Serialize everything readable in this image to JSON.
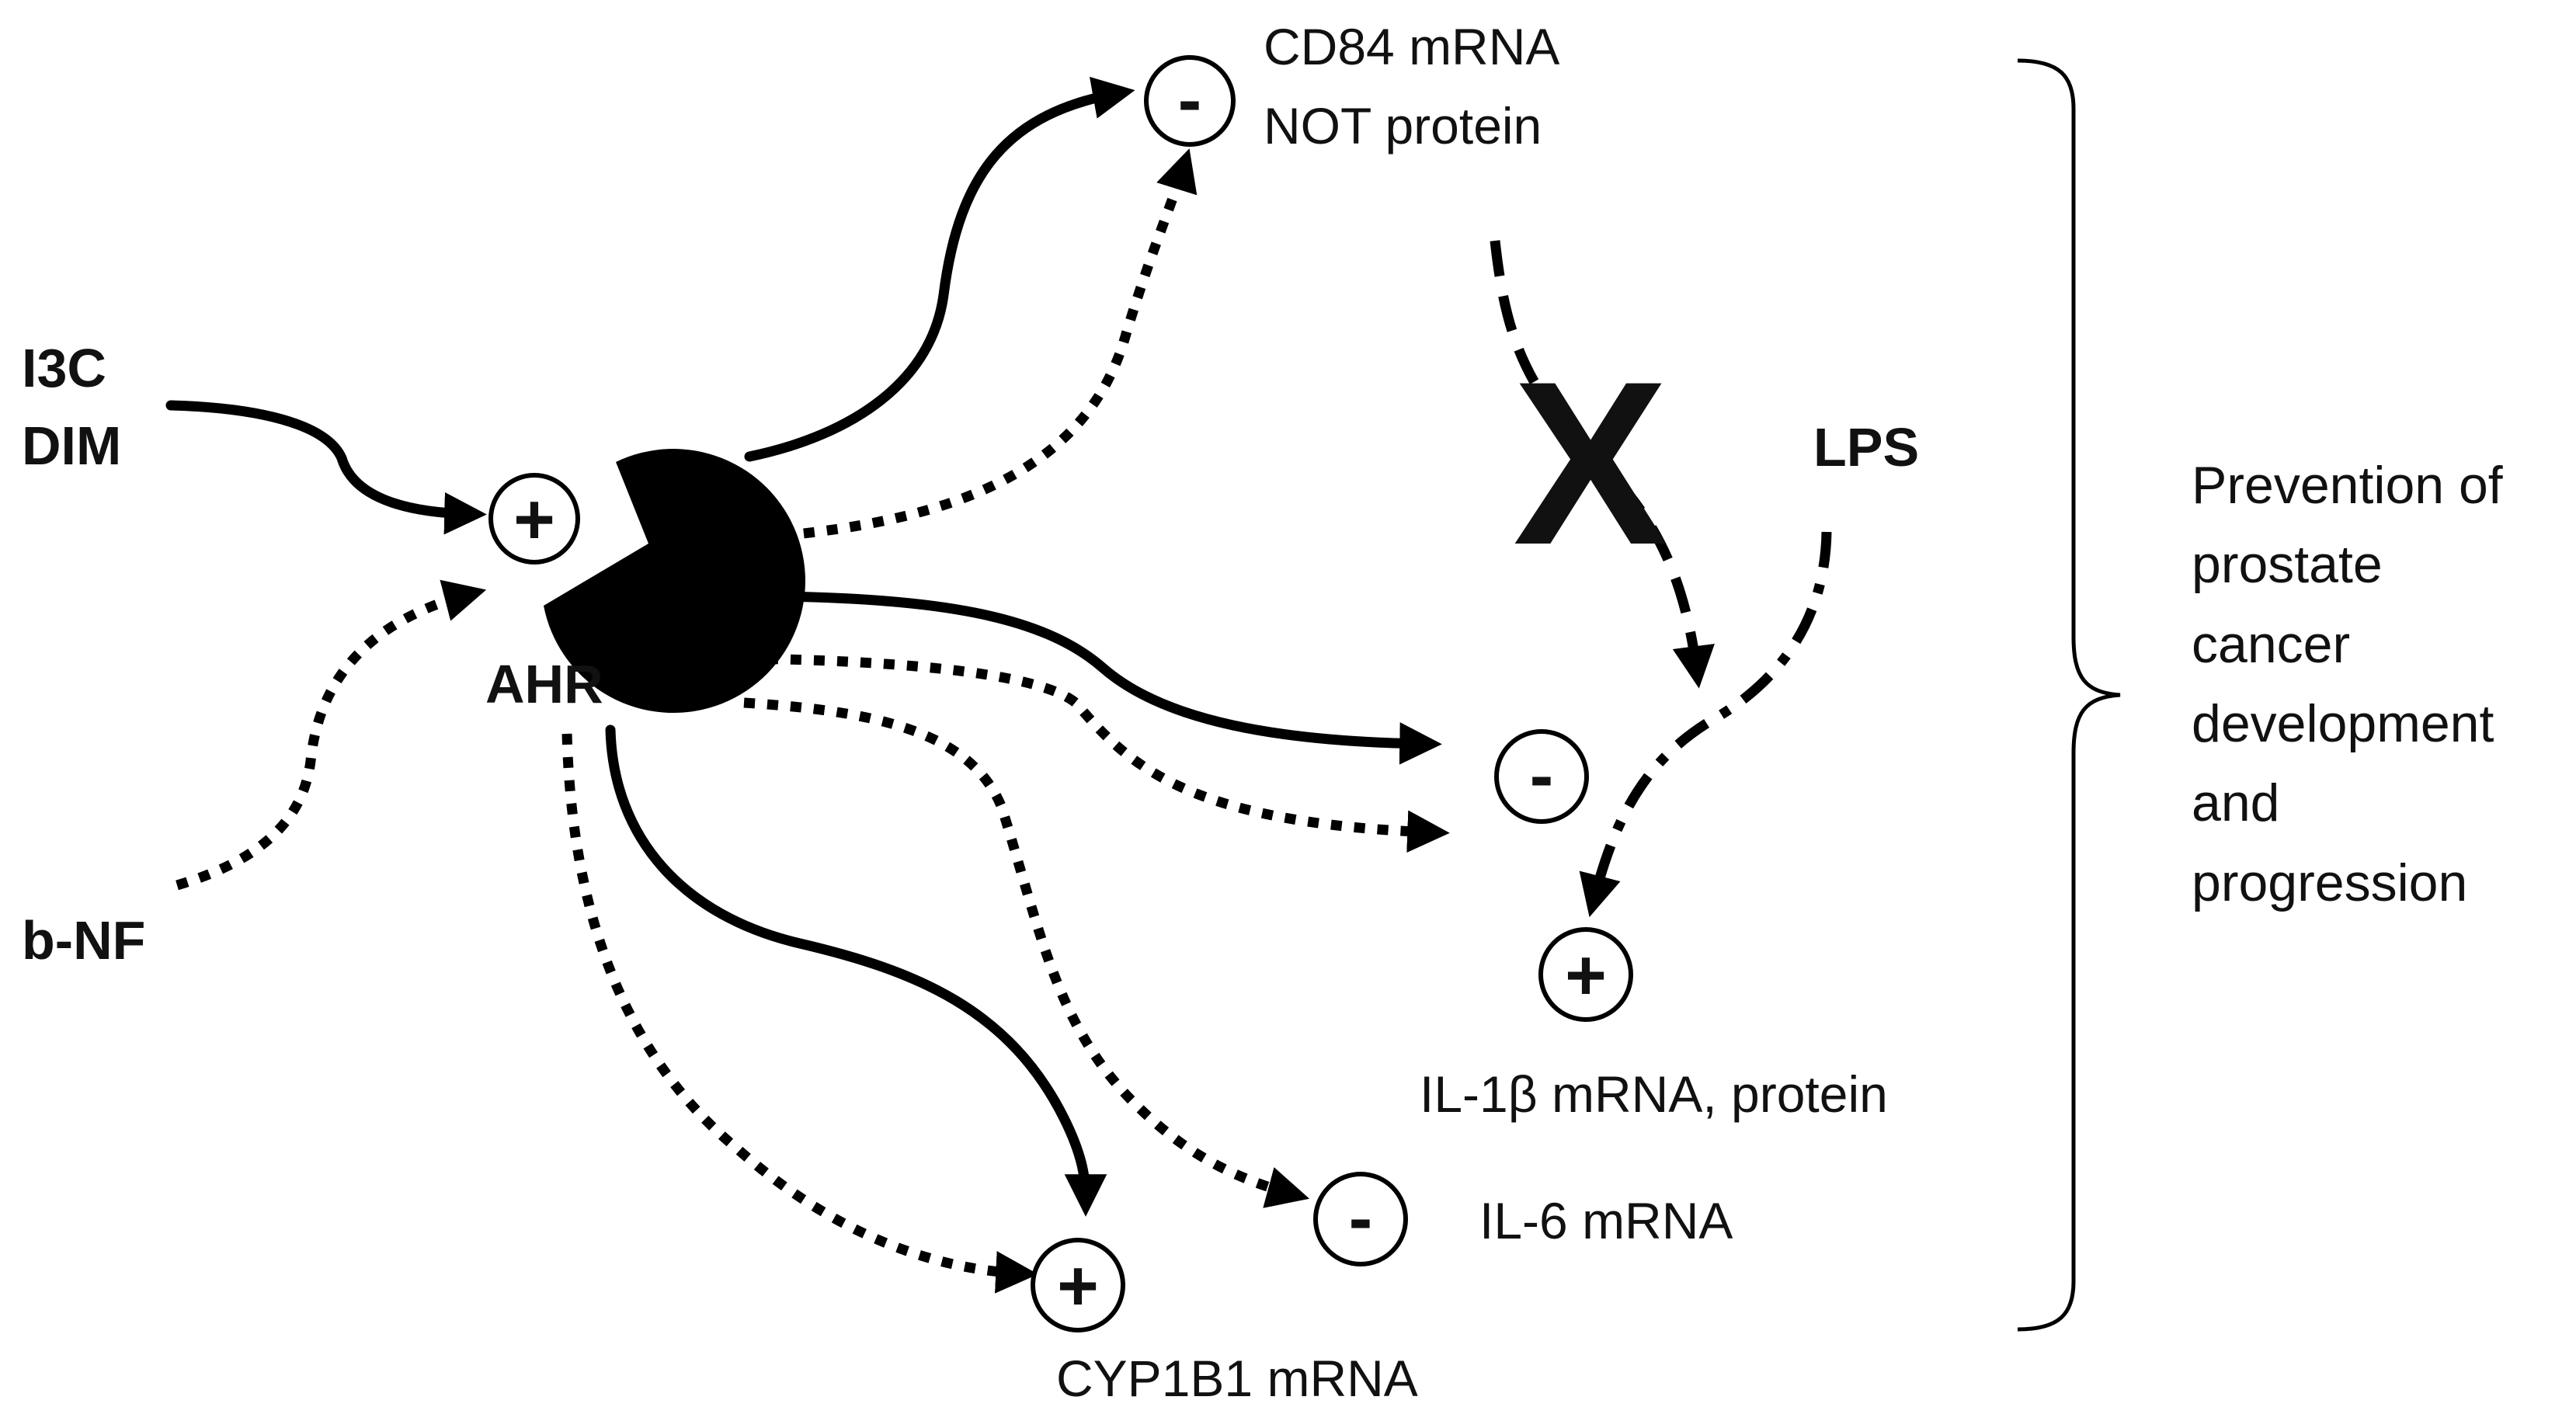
{
  "inputs": {
    "i3c": "I3C",
    "dim": "DIM",
    "bnf": "b-NF",
    "lps": "LPS"
  },
  "receptor": {
    "label": "AHR"
  },
  "targets": {
    "cd84_line1": "CD84 mRNA",
    "cd84_line2": "NOT protein",
    "il1b": "IL-1β mRNA, protein",
    "il6": "IL-6 mRNA",
    "cyp1b1": "CYP1B1 mRNA"
  },
  "signs": {
    "plus": "+",
    "minus": "-",
    "block": "X"
  },
  "outcome": {
    "lines": [
      "Prevention of",
      "prostate",
      "cancer",
      "development",
      "and",
      "progression"
    ]
  }
}
